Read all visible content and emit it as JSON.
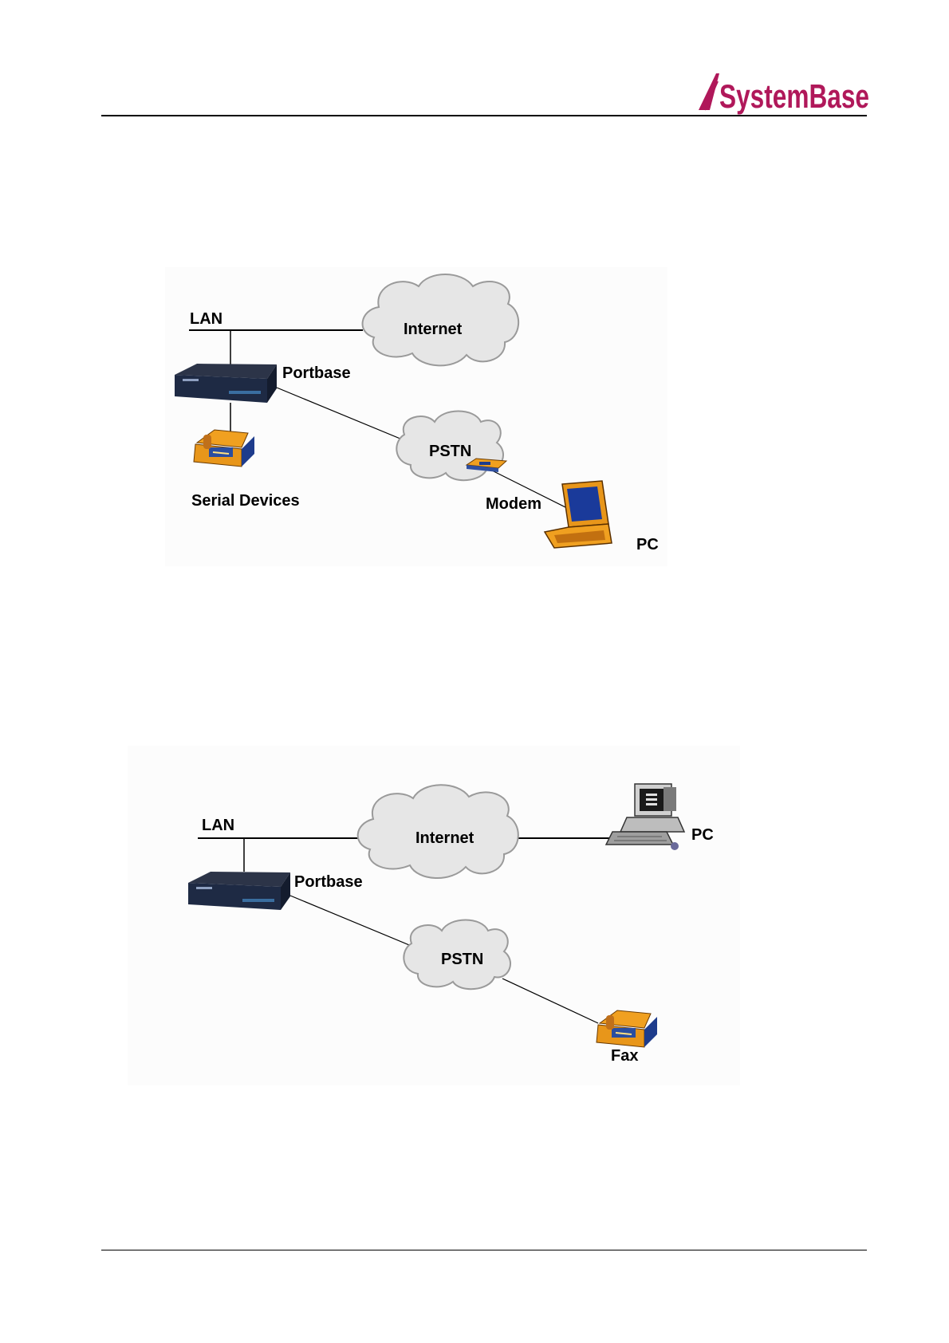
{
  "header": {
    "logo_text": "SystemBase",
    "brand_color": "#b0185a"
  },
  "diagram1": {
    "lan_label": "LAN",
    "internet_label": "Internet",
    "portbase_label": "Portbase",
    "pstn_label": "PSTN",
    "serial_devices_label": "Serial Devices",
    "modem_label": "Modem",
    "pc_label": "PC"
  },
  "diagram2": {
    "lan_label": "LAN",
    "internet_label": "Internet",
    "pc_label": "PC",
    "portbase_label": "Portbase",
    "pstn_label": "PSTN",
    "fax_label": "Fax"
  },
  "icons": {
    "device_server": "device-server-icon",
    "fax": "fax-machine-icon",
    "modem": "modem-icon",
    "laptop": "laptop-icon",
    "desktop_pc": "desktop-pc-icon",
    "cloud": "cloud-icon"
  }
}
